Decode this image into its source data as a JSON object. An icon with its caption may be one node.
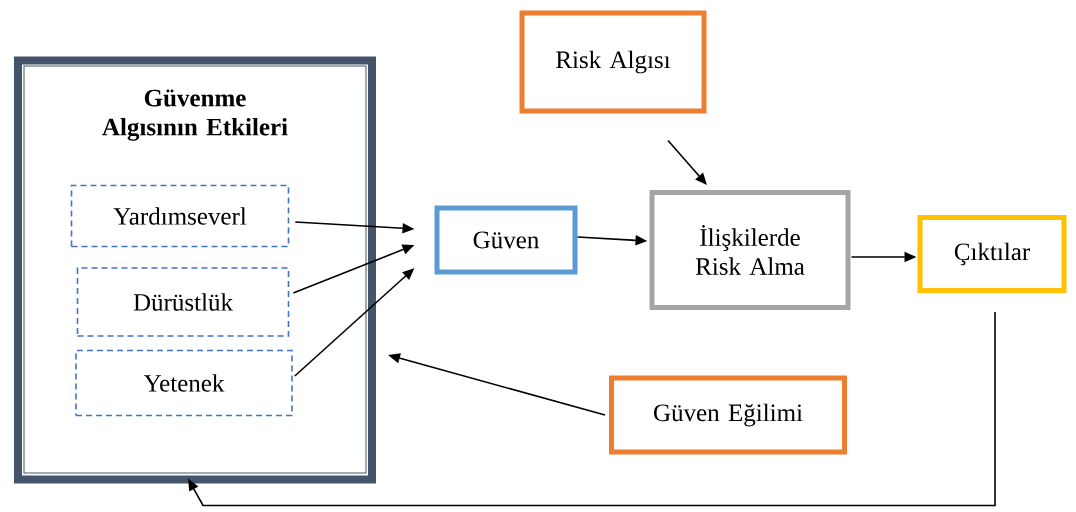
{
  "diagram": {
    "nodes": [
      {
        "text": [
          "Güvenme Algısının Etkileri"
        ]
      },
      {
        "text": [
          "Yardımseverl"
        ],
        "in": 0
      },
      {
        "text": [
          "Dürüstlük"
        ],
        "in": 0
      },
      {
        "text": [
          "Yetenek"
        ],
        "in": 0
      },
      {
        "text": [
          "Risk Algısı"
        ]
      },
      {
        "text": [
          "Güven"
        ]
      },
      {
        "text": [
          "İlişkilerde Risk Alma"
        ]
      },
      {
        "text": [
          "Çıktılar"
        ]
      },
      {
        "text": [
          "Güven Eğilimi"
        ]
      }
    ],
    "edges": [
      {
        "from": 1,
        "to": 5,
        "arrow": "to"
      },
      {
        "from": 2,
        "to": 5,
        "arrow": "to"
      },
      {
        "from": 3,
        "to": 5,
        "arrow": "to"
      },
      {
        "from": 5,
        "to": 6,
        "arrow": "to"
      },
      {
        "from": 4,
        "to": 6,
        "arrow": "to"
      },
      {
        "from": 6,
        "to": 7,
        "arrow": "to"
      },
      {
        "from": 8,
        "to": 0,
        "arrow": "to"
      },
      {
        "from": 7,
        "to": 0,
        "arrow": "to"
      }
    ]
  }
}
